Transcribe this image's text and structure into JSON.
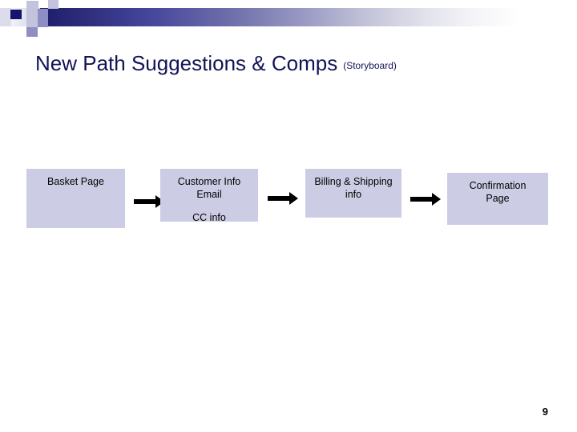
{
  "slide": {
    "title_main": "New Path Suggestions & Comps",
    "title_sub": "(Storyboard)",
    "page_number": "9",
    "accent_color": "#131357",
    "box_fill_color": "#CCCCE5",
    "arrow_color": "#000000"
  },
  "flow": {
    "boxes": [
      {
        "id": "basket-page",
        "line1": "Basket Page",
        "line2": "",
        "line3": ""
      },
      {
        "id": "customer-info",
        "line1": "Customer Info",
        "line2": "Email",
        "line3": "CC info"
      },
      {
        "id": "billing-shipping",
        "line1": "Billing & Shipping",
        "line2": "info",
        "line3": ""
      },
      {
        "id": "confirmation-page",
        "line1": "Confirmation",
        "line2": "Page",
        "line3": ""
      }
    ],
    "arrows": [
      {
        "id": "arrow-1",
        "from": "basket-page",
        "to": "customer-info"
      },
      {
        "id": "arrow-2",
        "from": "customer-info",
        "to": "billing-shipping"
      },
      {
        "id": "arrow-3",
        "from": "billing-shipping",
        "to": "confirmation-page"
      }
    ]
  }
}
